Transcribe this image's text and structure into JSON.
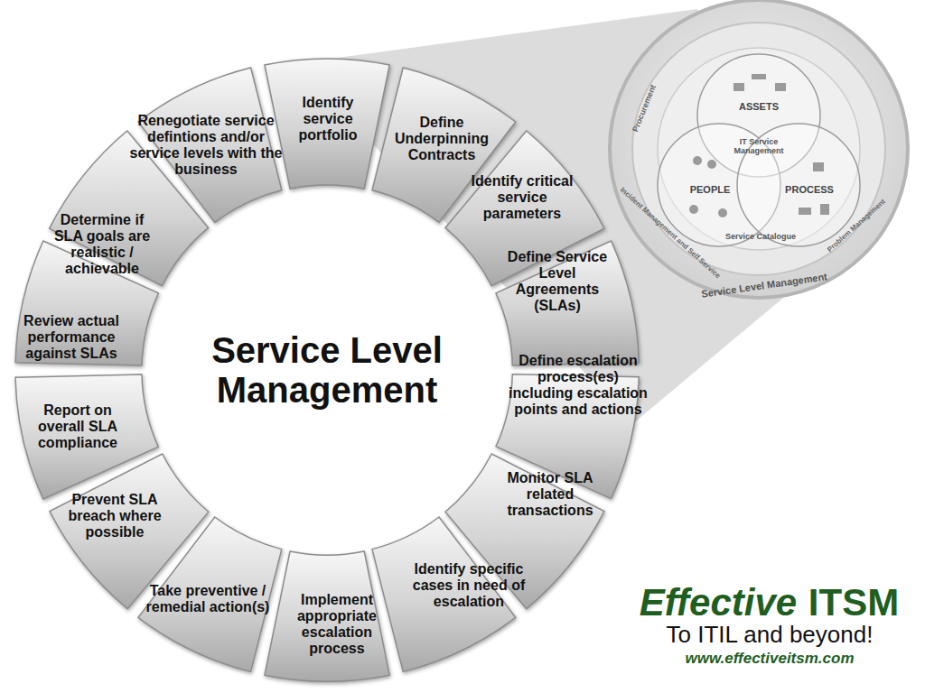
{
  "diagram": {
    "nodes": [
      {
        "text": [
          "Service Level Management"
        ]
      },
      {
        "text": [
          "Identify service portfolio"
        ]
      },
      {
        "text": [
          "Define Underpinning Contracts"
        ]
      },
      {
        "text": [
          "Identify critical service parameters"
        ]
      },
      {
        "text": [
          "Define Service Level Agreements (SLAs)"
        ]
      },
      {
        "text": [
          "Define escalation process(es) including escalation points and actions"
        ]
      },
      {
        "text": [
          "Monitor SLA related transactions"
        ]
      },
      {
        "text": [
          "Identify specific cases in need of escalation"
        ]
      },
      {
        "text": [
          "Implement appropriate escalation process"
        ]
      },
      {
        "text": [
          "Take preventive / remedial action(s)"
        ]
      },
      {
        "text": [
          "Prevent SLA breach where possible"
        ]
      },
      {
        "text": [
          "Report on overall SLA compliance"
        ]
      },
      {
        "text": [
          "Review actual performance against SLAs"
        ]
      },
      {
        "text": [
          "Determine if SLA goals are realistic / achievable"
        ]
      },
      {
        "text": [
          "Renegotiate service defintions and/or service levels with the business"
        ]
      }
    ],
    "labels": [
      "ASSETS",
      "PEOPLE",
      "PROCESS",
      "IT Service Management",
      "Service Catalogue",
      "Service Level Management",
      "Procurement",
      "Incident Management and Self Service",
      "Problem Management",
      "Effective",
      "ITSM",
      "To ITIL and beyond!",
      "www.effectiveitsm.com"
    ]
  }
}
